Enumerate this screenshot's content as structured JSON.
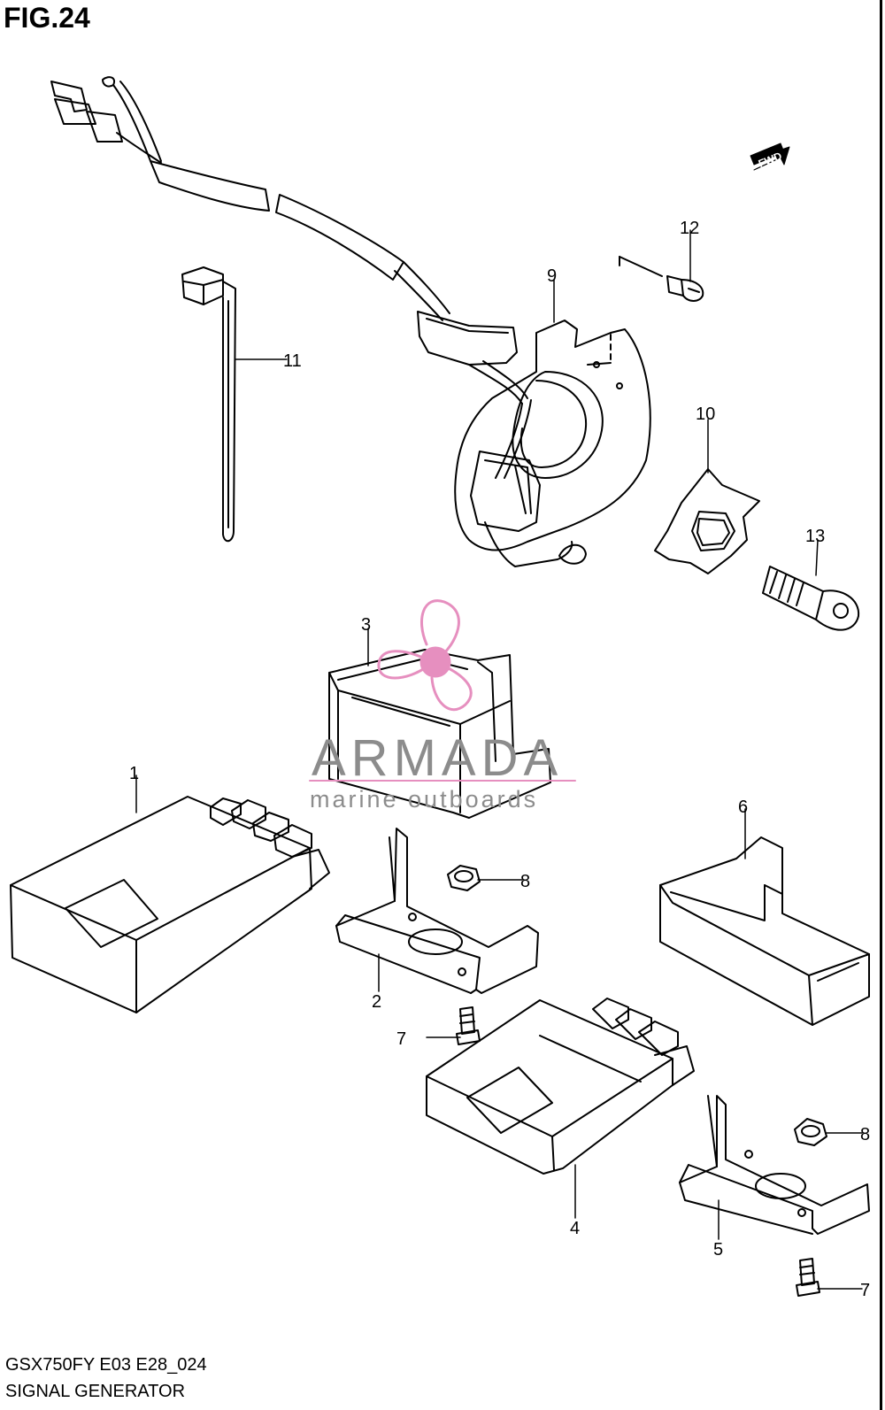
{
  "figure": {
    "title": "FIG.24",
    "code": "GSX750FY E03 E28_024",
    "caption": "SIGNAL GENERATOR"
  },
  "fwd_badge": {
    "label": "FWD"
  },
  "watermark": {
    "brand": "ARMADA",
    "tagline": "marine outboards",
    "color": "#e68fbf",
    "text_color": "#8c8c8c"
  },
  "callouts": [
    {
      "id": "c12",
      "label": "12"
    },
    {
      "id": "c9",
      "label": "9"
    },
    {
      "id": "c11",
      "label": "11"
    },
    {
      "id": "c10",
      "label": "10"
    },
    {
      "id": "c13",
      "label": "13"
    },
    {
      "id": "c3",
      "label": "3"
    },
    {
      "id": "c1",
      "label": "1"
    },
    {
      "id": "c6",
      "label": "6"
    },
    {
      "id": "c8a",
      "label": "8"
    },
    {
      "id": "c2",
      "label": "2"
    },
    {
      "id": "c7a",
      "label": "7"
    },
    {
      "id": "c8b",
      "label": "8"
    },
    {
      "id": "c4",
      "label": "4"
    },
    {
      "id": "c5",
      "label": "5"
    },
    {
      "id": "c7b",
      "label": "7"
    }
  ]
}
